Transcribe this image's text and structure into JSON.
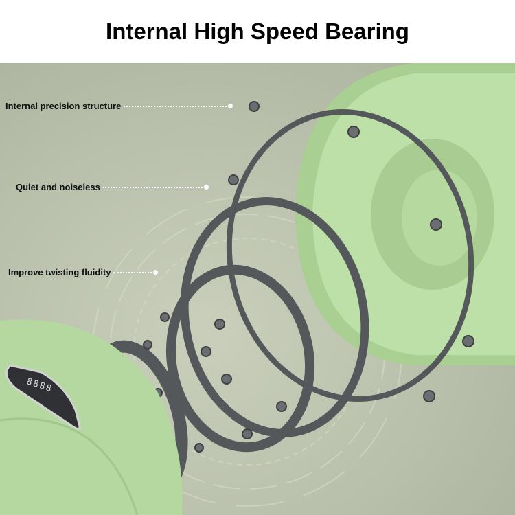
{
  "title": "Internal High Speed Bearing",
  "labels": [
    "Internal precision structure",
    "Quiet and noiseless",
    "Improve twisting fluidity"
  ],
  "display_digits": "8888",
  "colors": {
    "green": "#b9dca5",
    "background": "#b8bfaa",
    "metal": "#5a5d60"
  }
}
